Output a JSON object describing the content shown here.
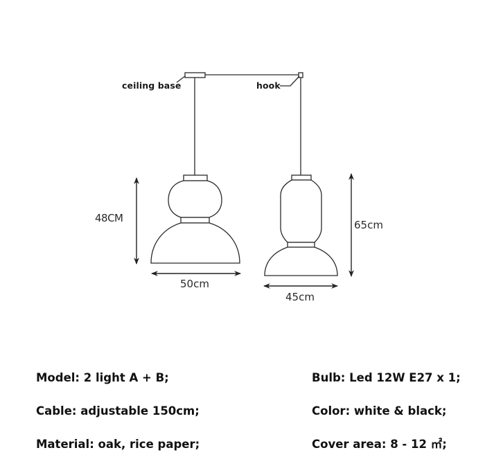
{
  "diagram": {
    "labels": {
      "ceiling_base": "ceiling base",
      "hook": "hook"
    },
    "lamp_a": {
      "height": "48CM",
      "width": "50cm"
    },
    "lamp_b": {
      "height": "65cm",
      "width": "45cm"
    },
    "stroke_color": "#222222"
  },
  "specs": {
    "left": [
      {
        "label": "Model:",
        "value": "2 light A + B;",
        "text": "Model: 2 light A + B;"
      },
      {
        "label": "Cable:",
        "value": "adjustable 150cm;",
        "text": "Cable: adjustable 150cm;"
      },
      {
        "label": "Material:",
        "value": "oak, rice paper;",
        "text": "Material: oak, rice paper;"
      }
    ],
    "right": [
      {
        "label": "Bulb:",
        "value": "Led 12W E27 x 1;",
        "text": "Bulb: Led 12W E27 x 1;"
      },
      {
        "label": "Color:",
        "value": "white & black;",
        "text": "Color: white & black;"
      },
      {
        "label": "Cover area:",
        "value": "8 - 12 ㎡;",
        "text": "Cover area: 8 - 12 ㎡;"
      }
    ]
  }
}
